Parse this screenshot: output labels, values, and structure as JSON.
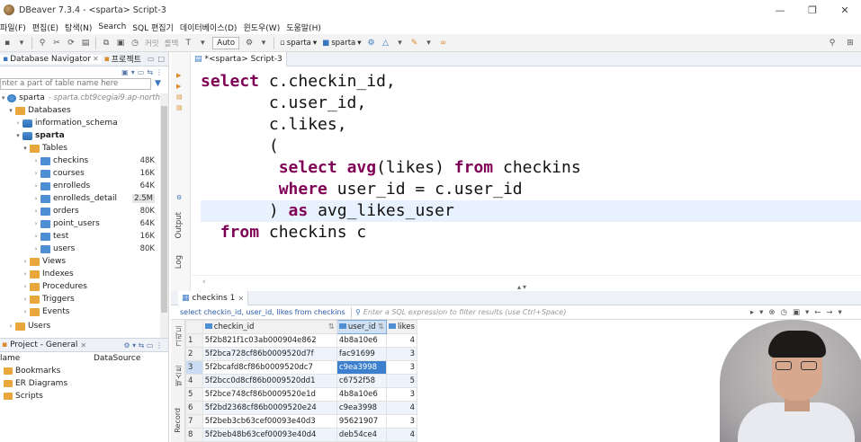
{
  "window": {
    "title": "DBeaver 7.3.4 - <sparta> Script-3",
    "controls": [
      "—",
      "❐",
      "✕"
    ]
  },
  "menu": [
    "파일(F)",
    "편집(E)",
    "탐색(N)",
    "Search",
    "SQL 편집기",
    "데이터베이스(D)",
    "윈도우(W)",
    "도움말(H)"
  ],
  "toolbar": {
    "commit_label": "커밋",
    "rollback_label": "롤백",
    "transaction_mode": "Auto",
    "datasource": "sparta",
    "schema": "sparta"
  },
  "navigator": {
    "tab_label": "Database Navigator",
    "projects_tab_label": "프로젝트",
    "filter_placeholder": "nter a part of table name here",
    "connection": {
      "name": "sparta",
      "host": "- sparta.cbt9cegiai9.ap-north"
    },
    "databases_label": "Databases",
    "info_schema_label": "information_schema",
    "schema_label": "sparta",
    "tables_label": "Tables",
    "tables": [
      {
        "name": "checkins",
        "size": "48K"
      },
      {
        "name": "courses",
        "size": "16K"
      },
      {
        "name": "enrolleds",
        "size": "64K"
      },
      {
        "name": "enrolleds_detail",
        "size": "2.5M"
      },
      {
        "name": "orders",
        "size": "80K"
      },
      {
        "name": "point_users",
        "size": "64K"
      },
      {
        "name": "test",
        "size": "16K"
      },
      {
        "name": "users",
        "size": "80K"
      }
    ],
    "folders": [
      "Views",
      "Indexes",
      "Procedures",
      "Triggers",
      "Events"
    ],
    "users_label": "Users"
  },
  "project": {
    "tab_label": "Project - General",
    "col_name": "lame",
    "col_datasource": "DataSource",
    "items": [
      "Bookmarks",
      "ER Diagrams",
      "Scripts"
    ]
  },
  "editor": {
    "tab_label": "*<sparta> Script-3",
    "side_tabs": [
      "Output",
      "Log"
    ]
  },
  "results": {
    "tab_label": "checkins 1",
    "query_text": "select checkin_id, user_id, likes from checkins",
    "filter_placeholder": "Enter a SQL expression to filter results (use Ctrl+Space)",
    "side_tabs": [
      "그리드",
      "텍스트",
      "Record"
    ],
    "columns": [
      "checkin_id",
      "user_id",
      "likes"
    ],
    "rows": [
      {
        "n": "1",
        "checkin_id": "5f2b821f1c03ab000904e862",
        "user_id": "4b8a10e6",
        "likes": "4"
      },
      {
        "n": "2",
        "checkin_id": "5f2bca728cf86b0009520d7f",
        "user_id": "fac91699",
        "likes": "3"
      },
      {
        "n": "3",
        "checkin_id": "5f2bcafd8cf86b0009520dc7",
        "user_id": "c9ea3998",
        "likes": "3"
      },
      {
        "n": "4",
        "checkin_id": "5f2bcc0d8cf86b0009520dd1",
        "user_id": "c6752f58",
        "likes": "5"
      },
      {
        "n": "5",
        "checkin_id": "5f2bce748cf86b0009520e1d",
        "user_id": "4b8a10e6",
        "likes": "3"
      },
      {
        "n": "6",
        "checkin_id": "5f2bd2368cf86b0009520e24",
        "user_id": "c9ea3998",
        "likes": "4"
      },
      {
        "n": "7",
        "checkin_id": "5f2beb3cb63cef00093e40d3",
        "user_id": "95621907",
        "likes": "3"
      },
      {
        "n": "8",
        "checkin_id": "5f2beb48b63cef00093e40d4",
        "user_id": "deb54ce4",
        "likes": "4"
      }
    ]
  }
}
